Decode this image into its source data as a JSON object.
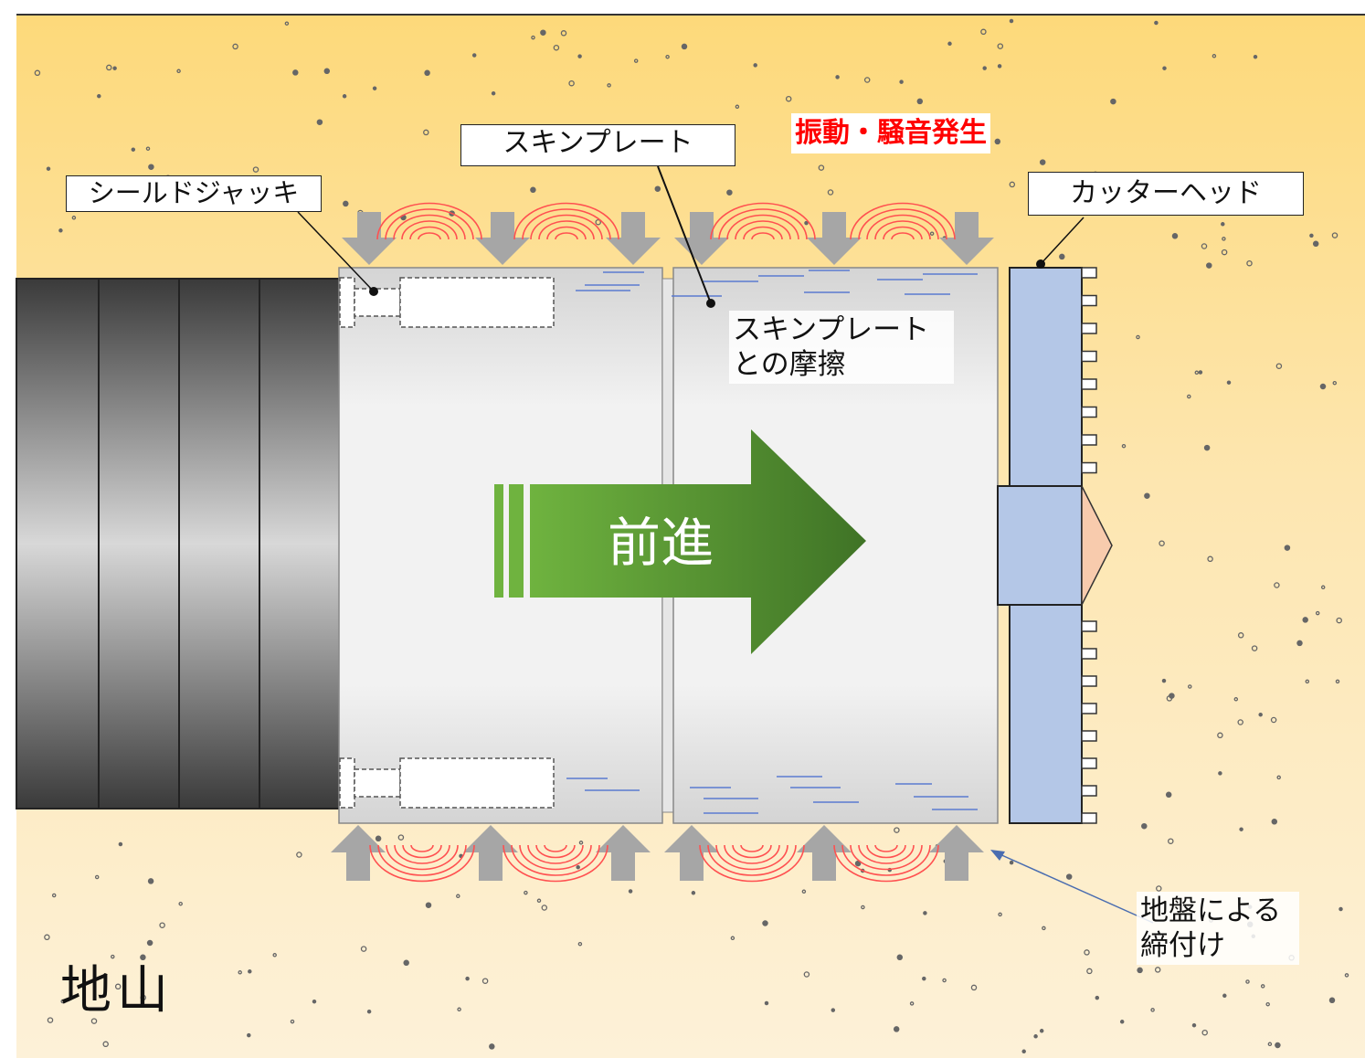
{
  "labels": {
    "skin_plate": "スキンプレート",
    "shield_jack": "シールドジャッキ",
    "cutter_head": "カッターヘッド",
    "vibration_noise": "振動・騒音発生",
    "friction_line1": "スキンプレート",
    "friction_line2": "との摩擦",
    "advance": "前進",
    "ground_tightening_line1": "地盤による",
    "ground_tightening_line2": "締付け",
    "natural_ground": "地山"
  },
  "colors": {
    "ground_top": "#fdd97a",
    "ground_bottom": "#fdf1d8",
    "skin_plate": "#e4e4e4",
    "cutter_head": "#b4c7e7",
    "cutter_bit": "#f8cbad",
    "advance_arrow": "#4a8a2f",
    "pressure_arrow": "#a6a6a6",
    "vibration_wave": "#ff5050",
    "alert_text": "#ff0000",
    "segment_dark": "#404040"
  }
}
